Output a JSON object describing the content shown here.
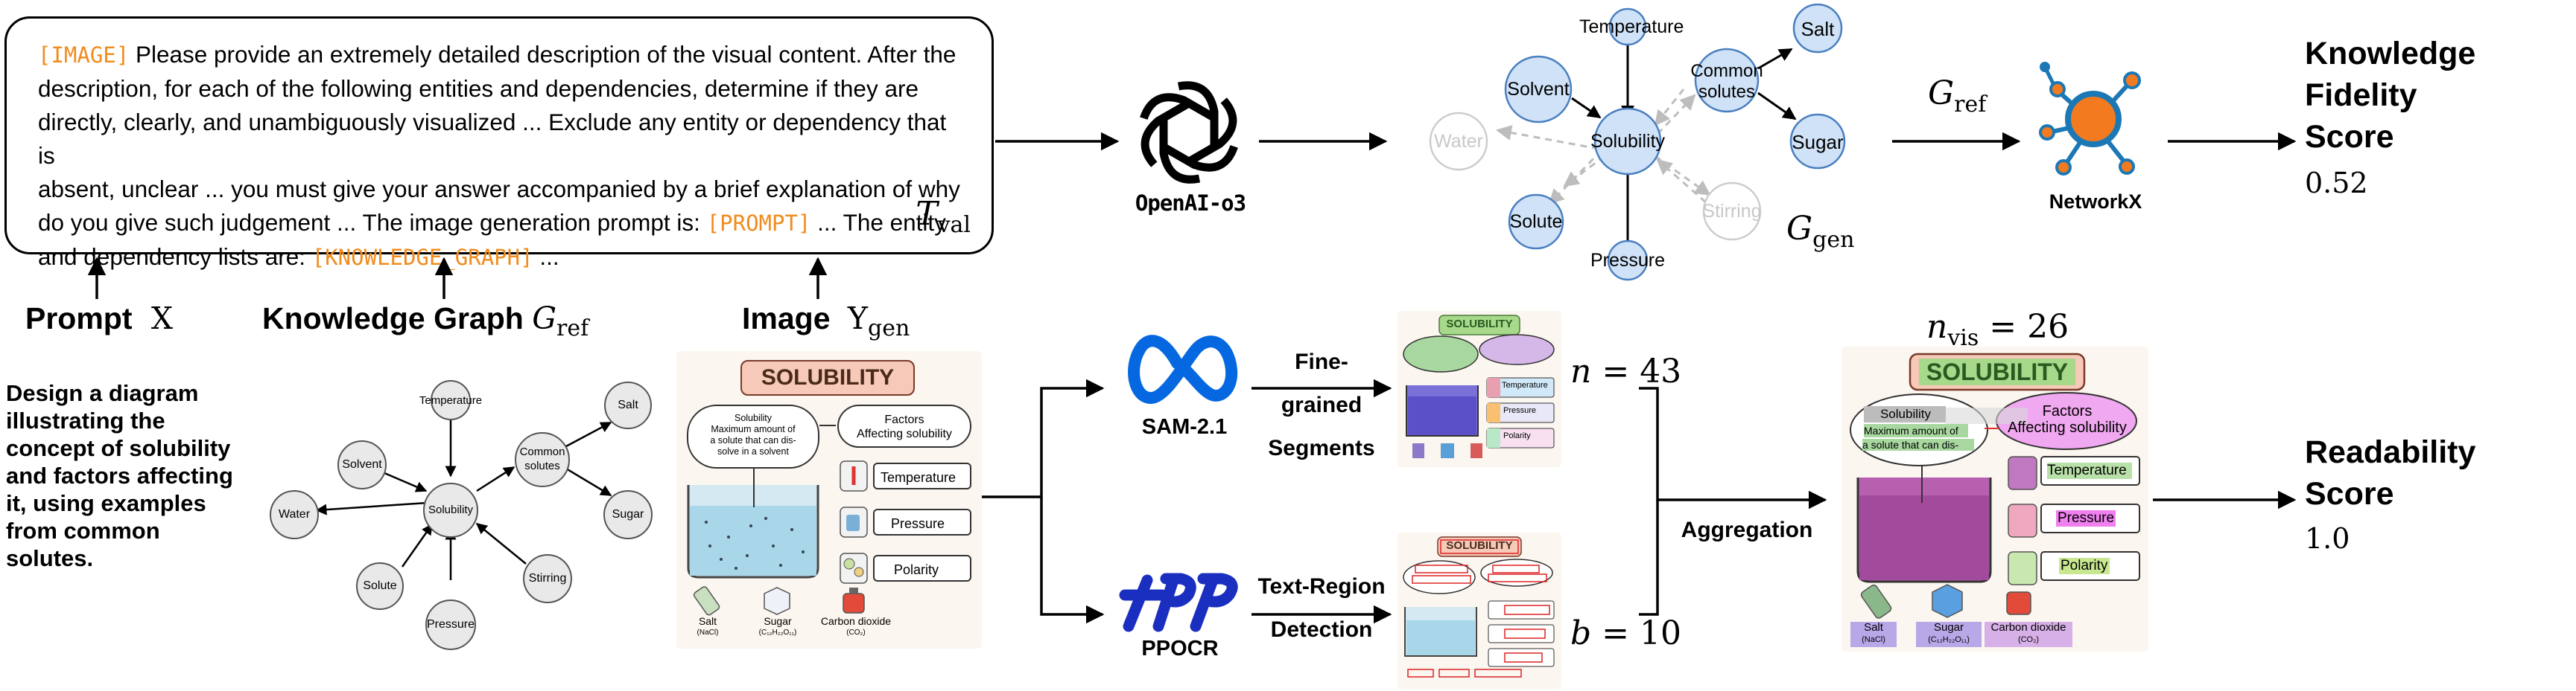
{
  "prompt_box": {
    "tag_image": "[IMAGE]",
    "text_1": " Please provide an extremely detailed description of the visual content. After the",
    "line_2": "description, for each of the following entities and dependencies, determine if they are",
    "line_3": "directly, clearly, and unambiguously visualized ... Exclude any entity or dependency that is",
    "line_4": "absent, unclear ...  you must give your answer accompanied by a brief explanation of why",
    "line_5a": "do you give such judgement ... The image generation prompt is: ",
    "tag_prompt": "[PROMPT]",
    "line_5b": " ... The entity",
    "line_6a": "and dependency lists are: ",
    "tag_kg": "[KNOWLEDGE_GRAPH]",
    "line_6b": " ...",
    "tval_base": "T",
    "tval_sub": "val"
  },
  "inputs": {
    "prompt_label": "Prompt",
    "prompt_var": "X",
    "kg_label": "Knowledge Graph",
    "kg_var_base": "G",
    "kg_var_sub": "ref",
    "image_label": "Image",
    "image_var_base": "Y",
    "image_var_sub": "gen",
    "prompt_text": [
      "Design a diagram",
      "illustrating the",
      "concept of solubility",
      "and factors affecting",
      "it, using examples",
      "from common",
      "solutes."
    ]
  },
  "kg_nodes": {
    "temperature": "Temperature",
    "salt": "Salt",
    "solvent": "Solvent",
    "common": [
      "Common",
      "solutes"
    ],
    "solubility": "Solubility",
    "water": "Water",
    "sugar": "Sugar",
    "solute": "Solute",
    "stirring": "Stirring",
    "pressure": "Pressure"
  },
  "gen_image": {
    "title": "SOLUBILITY",
    "solubility_box": [
      "Solubility",
      "Maximum amount of",
      "a solute that can dis-",
      "solve in a solvent"
    ],
    "factors_box": [
      "Factors",
      "Affecting solubility"
    ],
    "factors": [
      "Temperature",
      "Pressure",
      "Polarity"
    ],
    "examples": [
      "Salt",
      "Sugar",
      "Carbon dioxide"
    ],
    "formulas": [
      "(NaCl)",
      "(C₁₂H₂₂O₁₁)",
      "(CO₂)"
    ]
  },
  "openai": {
    "label": "OpenAI-o3"
  },
  "gen_graph": {
    "var_base": "G",
    "var_sub": "gen"
  },
  "networkx": {
    "label": "NetworkX",
    "gref_base": "G",
    "gref_sub": "ref"
  },
  "knowledge_score": {
    "title": [
      "Knowledge",
      "Fidelity",
      "Score"
    ],
    "value": "0.52"
  },
  "sam": {
    "label": "SAM-2.1",
    "edge_label": [
      "Fine-grained",
      "Segments"
    ],
    "n_var": "n",
    "n_value": "43"
  },
  "ppocr": {
    "label": "PPOCR",
    "edge_label": [
      "Text-Region",
      "Detection"
    ],
    "b_var": "b",
    "b_value": "10"
  },
  "aggregation": {
    "label": "Aggregation"
  },
  "nvis": {
    "var_base": "n",
    "var_sub": "vis",
    "value": "26"
  },
  "readability_score": {
    "title": [
      "Readability",
      "Score"
    ],
    "value": "1.0"
  },
  "colors": {
    "orange_token": "#f08c1e",
    "node_blue_fill": "#cfe2f7",
    "node_blue_stroke": "#4a7fc0",
    "node_faded": "#cccccc",
    "meta_blue": "#0668e1",
    "ppocr_blue": "#1a2fbf",
    "networkx_orange": "#f47a20",
    "networkx_blue": "#1b78b5"
  }
}
